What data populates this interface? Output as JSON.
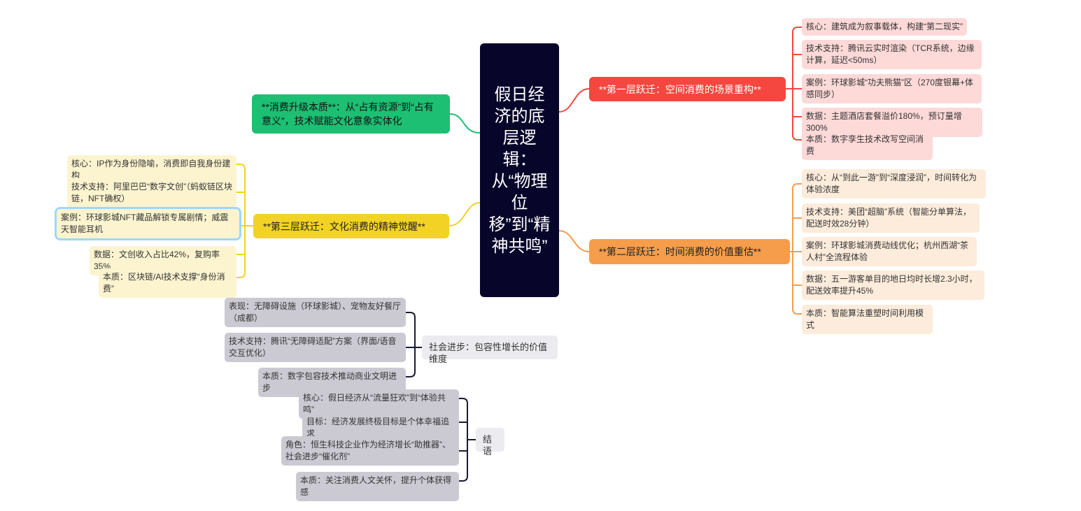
{
  "central": "假日经济的底层逻辑：从“物理位移”到“精神共鸣”",
  "essence": "**消费升级本质**：从“占有资源”到“占有意义”，技术赋能文化意象实体化",
  "layer1": {
    "title": "**第一层跃迁：空间消费的场景重构**",
    "items": [
      "核心：建筑成为叙事载体，构建“第二现实”",
      "技术支持：腾讯云实时渲染（TCR系统，边缘计算，延迟<50ms）",
      "案例：环球影城“功夫熊猫”区（270度银幕+体感同步）",
      "数据：主题酒店套餐溢价180%，预订量增300%",
      "本质：数字孪生技术改写空间消费"
    ]
  },
  "layer2": {
    "title": "**第二层跃迁：时间消费的价值重估**",
    "items": [
      "核心：从“到此一游”到“深度浸润”，时间转化为体验浓度",
      "技术支持：美团“超脑”系统（智能分单算法，配送时效28分钟）",
      "案例：环球影城消费动线优化；杭州西湖“茶人村”全流程体验",
      "数据：五一游客单目的地日均时长增2.3小时，配送效率提升45%",
      "本质：智能算法重塑时间利用模式"
    ]
  },
  "layer3": {
    "title": "**第三层跃迁：文化消费的精神觉醒**",
    "items": [
      "核心：IP作为身份隐喻，消费即自我身份建构",
      "技术支持：阿里巴巴“数字文创”（蚂蚁链区块链，NFT确权）",
      "案例：环球影城NFT藏品解锁专属剧情；威震天智能耳机",
      "数据：文创收入占比42%，复购率35%",
      "本质：区块链/AI技术支撑“身份消费”"
    ]
  },
  "social": {
    "title": "社会进步：包容性增长的价值维度",
    "items": [
      "表现：无障碍设施（环球影城）、宠物友好餐厅（成都）",
      "技术支持：腾讯“无障碍适配”方案（界面/语音交互优化）",
      "本质：数字包容技术推动商业文明进步"
    ]
  },
  "conclusion": {
    "title": "结语",
    "items": [
      "核心：假日经济从“流量狂欢”到“体验共鸣”",
      "目标：经济发展终极目标是个体幸福追求",
      "角色：恒生科技企业作为经济增长“助推器”、社会进步“催化剂”",
      "本质：关注消费人文关怀，提升个体获得感"
    ]
  }
}
